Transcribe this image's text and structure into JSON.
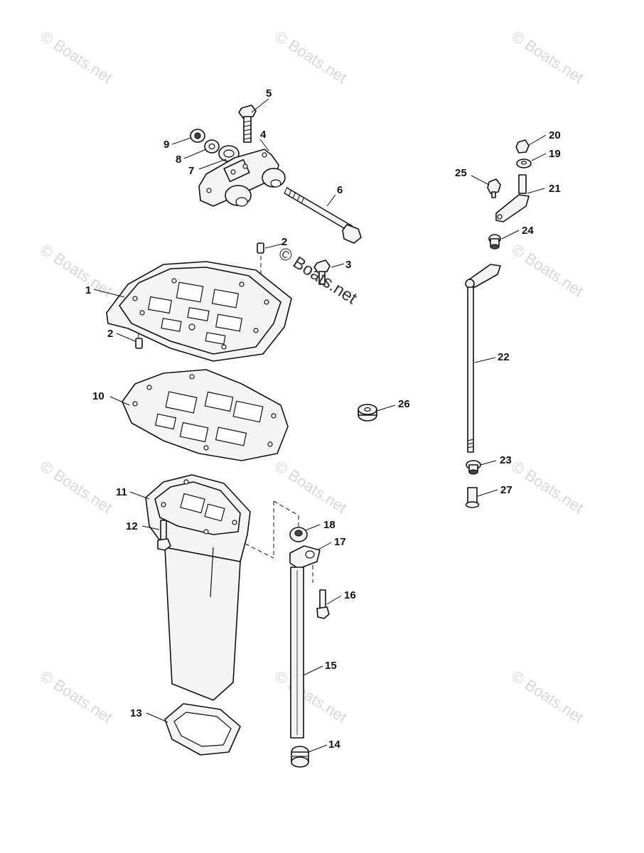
{
  "watermark": {
    "text": "© Boats.net",
    "overlay_text": "© Boats.net"
  },
  "callouts": {
    "c1": "1",
    "c2a": "2",
    "c2b": "2",
    "c3": "3",
    "c4": "4",
    "c5": "5",
    "c6": "6",
    "c7": "7",
    "c8": "8",
    "c9": "9",
    "c10": "10",
    "c11": "11",
    "c12": "12",
    "c13": "13",
    "c14": "14",
    "c15": "15",
    "c16": "16",
    "c17": "17",
    "c18": "18",
    "c19": "19",
    "c20": "20",
    "c21": "21",
    "c22": "22",
    "c23": "23",
    "c24": "24",
    "c25": "25",
    "c26": "26",
    "c27": "27"
  }
}
